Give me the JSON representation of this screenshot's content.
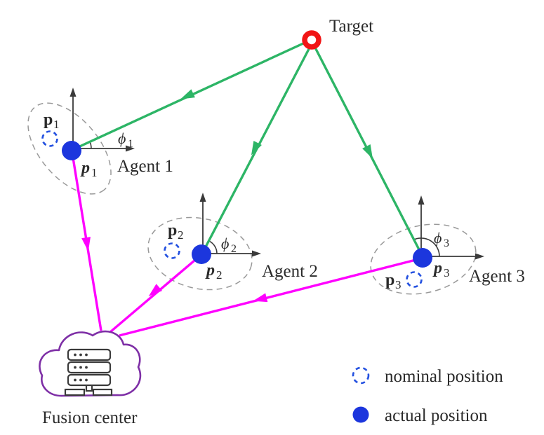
{
  "figure": {
    "type": "diagram",
    "description": "Multi-agent bearing-based target localization with a fusion center"
  },
  "colors": {
    "green": "#2db566",
    "magenta": "#ff00ff",
    "red": "#f11515",
    "blue": "#1c36dd",
    "nominal_blue": "#2451e0",
    "purple": "#7e2fa6",
    "ellipse_gray": "#999999",
    "axis_dark": "#3a3a3a",
    "text": "#2a2a2a"
  },
  "target": {
    "label": "Target"
  },
  "agents": [
    {
      "name": "Agent 1",
      "nominal_label": {
        "main": "p",
        "sub": "1"
      },
      "actual_label": {
        "main": "p",
        "sub": "1"
      },
      "angle_label": {
        "main": "ϕ",
        "sub": "1"
      }
    },
    {
      "name": "Agent 2",
      "nominal_label": {
        "main": "p",
        "sub": "2"
      },
      "actual_label": {
        "main": "p",
        "sub": "2"
      },
      "angle_label": {
        "main": "ϕ",
        "sub": "2"
      }
    },
    {
      "name": "Agent 3",
      "nominal_label": {
        "main": "p",
        "sub": "3"
      },
      "actual_label": {
        "main": "p",
        "sub": "3"
      },
      "angle_label": {
        "main": "ϕ",
        "sub": "3"
      }
    }
  ],
  "fusion_center": {
    "label": "Fusion center"
  },
  "legend": {
    "items": [
      {
        "symbol": "nominal-position-circle",
        "label": "nominal position"
      },
      {
        "symbol": "actual-position-circle",
        "label": "actual position"
      }
    ]
  }
}
